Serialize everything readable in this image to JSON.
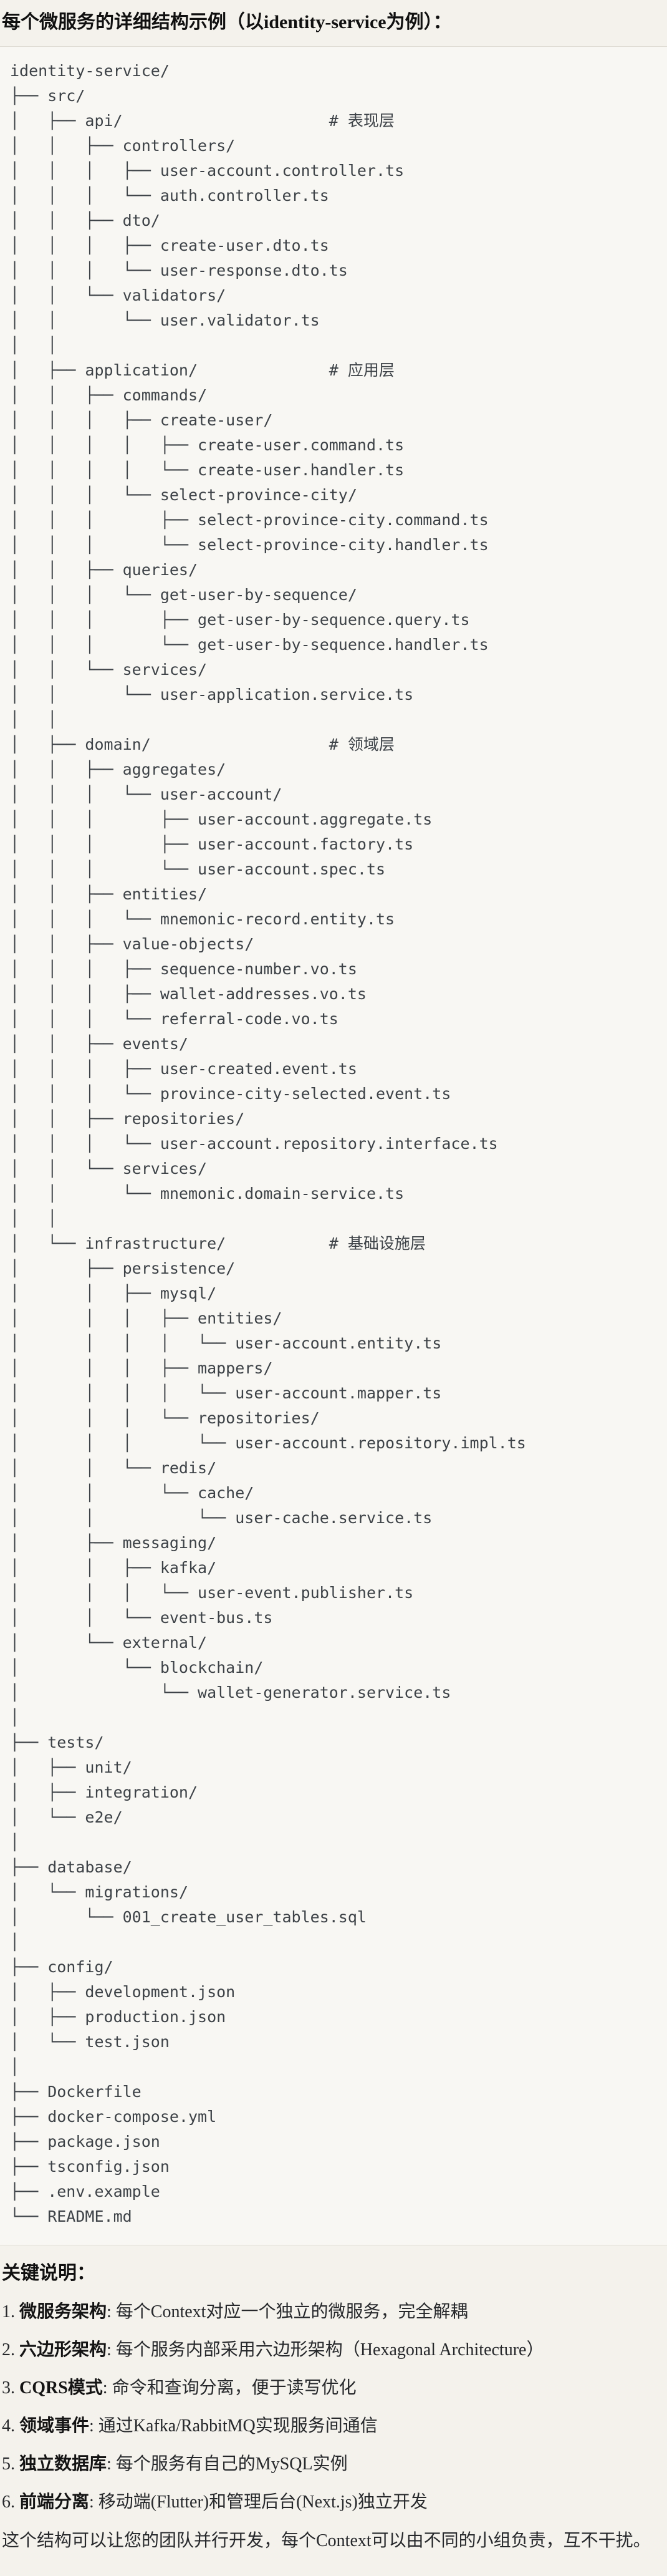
{
  "title": "每个微服务的详细结构示例（以identity-service为例）：",
  "tree": {
    "lines": [
      "identity-service/",
      "├── src/",
      "│   ├── api/                      # 表现层",
      "│   │   ├── controllers/",
      "│   │   │   ├── user-account.controller.ts",
      "│   │   │   └── auth.controller.ts",
      "│   │   ├── dto/",
      "│   │   │   ├── create-user.dto.ts",
      "│   │   │   └── user-response.dto.ts",
      "│   │   └── validators/",
      "│   │       └── user.validator.ts",
      "│   │",
      "│   ├── application/              # 应用层",
      "│   │   ├── commands/",
      "│   │   │   ├── create-user/",
      "│   │   │   │   ├── create-user.command.ts",
      "│   │   │   │   └── create-user.handler.ts",
      "│   │   │   └── select-province-city/",
      "│   │   │       ├── select-province-city.command.ts",
      "│   │   │       └── select-province-city.handler.ts",
      "│   │   ├── queries/",
      "│   │   │   └── get-user-by-sequence/",
      "│   │   │       ├── get-user-by-sequence.query.ts",
      "│   │   │       └── get-user-by-sequence.handler.ts",
      "│   │   └── services/",
      "│   │       └── user-application.service.ts",
      "│   │",
      "│   ├── domain/                   # 领域层",
      "│   │   ├── aggregates/",
      "│   │   │   └── user-account/",
      "│   │   │       ├── user-account.aggregate.ts",
      "│   │   │       ├── user-account.factory.ts",
      "│   │   │       └── user-account.spec.ts",
      "│   │   ├── entities/",
      "│   │   │   └── mnemonic-record.entity.ts",
      "│   │   ├── value-objects/",
      "│   │   │   ├── sequence-number.vo.ts",
      "│   │   │   ├── wallet-addresses.vo.ts",
      "│   │   │   └── referral-code.vo.ts",
      "│   │   ├── events/",
      "│   │   │   ├── user-created.event.ts",
      "│   │   │   └── province-city-selected.event.ts",
      "│   │   ├── repositories/",
      "│   │   │   └── user-account.repository.interface.ts",
      "│   │   └── services/",
      "│   │       └── mnemonic.domain-service.ts",
      "│   │",
      "│   └── infrastructure/           # 基础设施层",
      "│       ├── persistence/",
      "│       │   ├── mysql/",
      "│       │   │   ├── entities/",
      "│       │   │   │   └── user-account.entity.ts",
      "│       │   │   ├── mappers/",
      "│       │   │   │   └── user-account.mapper.ts",
      "│       │   │   └── repositories/",
      "│       │   │       └── user-account.repository.impl.ts",
      "│       │   └── redis/",
      "│       │       └── cache/",
      "│       │           └── user-cache.service.ts",
      "│       ├── messaging/",
      "│       │   ├── kafka/",
      "│       │   │   └── user-event.publisher.ts",
      "│       │   └── event-bus.ts",
      "│       └── external/",
      "│           └── blockchain/",
      "│               └── wallet-generator.service.ts",
      "│",
      "├── tests/",
      "│   ├── unit/",
      "│   ├── integration/",
      "│   └── e2e/",
      "│",
      "├── database/",
      "│   └── migrations/",
      "│       └── 001_create_user_tables.sql",
      "│",
      "├── config/",
      "│   ├── development.json",
      "│   ├── production.json",
      "│   └── test.json",
      "│",
      "├── Dockerfile",
      "├── docker-compose.yml",
      "├── package.json",
      "├── tsconfig.json",
      "├── .env.example",
      "└── README.md"
    ]
  },
  "notes": {
    "heading": "关键说明：",
    "separator": ": ",
    "items": [
      {
        "num": "1.",
        "label": "微服务架构",
        "text": "每个Context对应一个独立的微服务，完全解耦"
      },
      {
        "num": "2.",
        "label": "六边形架构",
        "text": "每个服务内部采用六边形架构（Hexagonal Architecture）"
      },
      {
        "num": "3.",
        "label": "CQRS模式",
        "text": "命令和查询分离，便于读写优化"
      },
      {
        "num": "4.",
        "label": "领域事件",
        "text": "通过Kafka/RabbitMQ实现服务间通信"
      },
      {
        "num": "5.",
        "label": "独立数据库",
        "text": "每个服务有自己的MySQL实例"
      },
      {
        "num": "6.",
        "label": "前端分离",
        "text": "移动端(Flutter)和管理后台(Next.js)独立开发"
      }
    ],
    "footer": "这个结构可以让您的团队并行开发，每个Context可以由不同的小组负责，互不干扰。"
  },
  "colors": {
    "page_background": "#f4f2ec",
    "code_background": "#f8f7f3",
    "code_border": "#dfdcd3",
    "code_text": "#3d4247",
    "heading_text": "#101010",
    "body_text": "#26282b"
  }
}
